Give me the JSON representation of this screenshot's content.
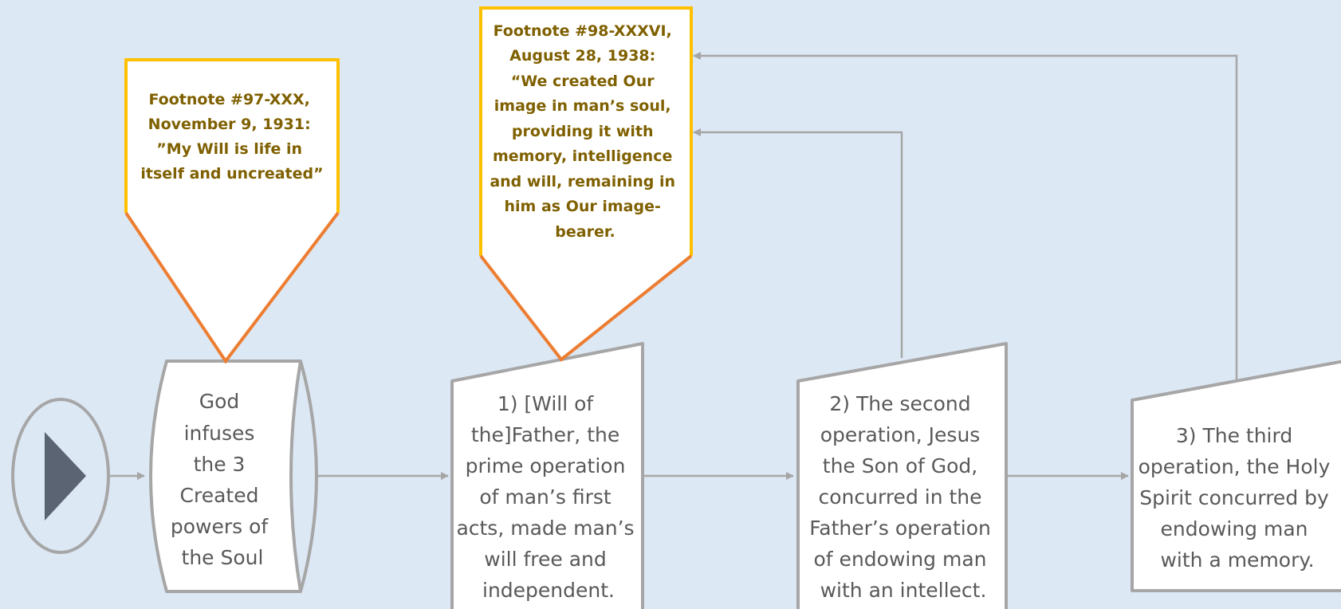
{
  "colors": {
    "background": "#dde8f5",
    "shape_stroke": "#a6a6a6",
    "shape_fill": "#ffffff",
    "callout_border_top": "#ffc000",
    "callout_border_bottom": "#ed7d31",
    "callout_text": "#7f6000",
    "body_text": "#595959",
    "connector": "#a6a6a6",
    "start_icon": "#5a6472"
  },
  "start": {
    "icon": "play-icon"
  },
  "infusion": {
    "lines": [
      "God",
      "infuses",
      "the 3",
      "Created",
      "powers of",
      "the Soul"
    ]
  },
  "steps": [
    {
      "lines": [
        "1) [Will of",
        "the]Father, the",
        "prime operation",
        "of man’s first",
        "acts, made man’s",
        "will free and",
        "independent."
      ]
    },
    {
      "lines": [
        "2) The second",
        "operation, Jesus",
        "the Son of God,",
        "concurred in the",
        "Father’s operation",
        "of endowing man",
        "with an intellect."
      ]
    },
    {
      "lines": [
        "3) The third",
        "operation, the Holy",
        "Spirit concurred by",
        "endowing man",
        "with a memory."
      ]
    }
  ],
  "callouts": [
    {
      "lines": [
        "Footnote #97-XXX,",
        "November 9, 1931:",
        "”My Will is life in",
        "itself and uncreated”"
      ]
    },
    {
      "lines": [
        "Footnote #98-XXXVI,",
        "August 28, 1938:",
        "“We created Our",
        "image in man’s soul,",
        "providing it with",
        "memory, intelligence",
        "and will, remaining in",
        "him as Our image-",
        "bearer."
      ]
    }
  ]
}
